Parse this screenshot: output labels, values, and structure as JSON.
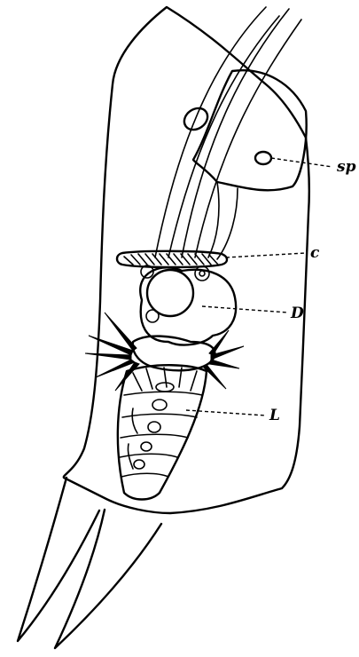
{
  "labels": {
    "sp": "sp",
    "c": "c",
    "D": "D",
    "L": "L"
  }
}
